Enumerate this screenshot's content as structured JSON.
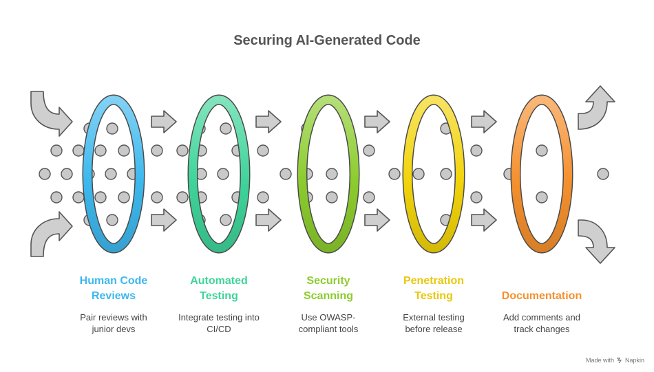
{
  "title": "Securing AI-Generated Code",
  "stages": [
    {
      "title": "Human Code\nReviews",
      "desc": "Pair reviews with\njunior devs",
      "color": "#3db8ee"
    },
    {
      "title": "Automated\nTesting",
      "desc": "Integrate testing into\nCI/CD",
      "color": "#3fd49a"
    },
    {
      "title": "Security\nScanning",
      "desc": "Use OWASP-\ncompliant tools",
      "color": "#8ccc2e"
    },
    {
      "title": "Penetration\nTesting",
      "desc": "External testing\nbefore release",
      "color": "#f2d40a"
    },
    {
      "title": "Documentation",
      "desc": "Add comments and\ntrack changes",
      "color": "#f5902e"
    }
  ],
  "branding": {
    "label": "Made with",
    "name": "Napkin",
    "icon": "napkin-logo-icon"
  }
}
